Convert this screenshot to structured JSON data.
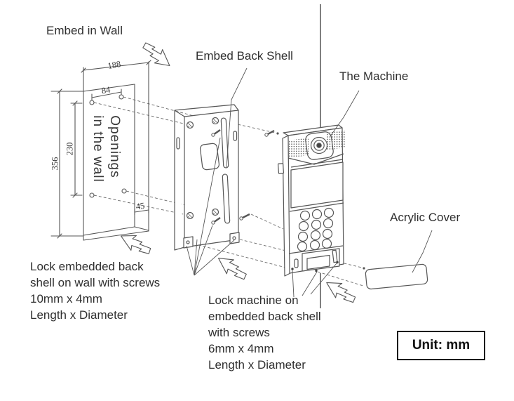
{
  "colors": {
    "line": "#565656",
    "dash": "#6a6a6a",
    "text": "#2f2f2f",
    "background": "#ffffff"
  },
  "labels": {
    "embed_in_wall": "Embed in Wall",
    "embed_back_shell": "Embed Back Shell",
    "the_machine": "The Machine",
    "acrylic_cover": "Acrylic Cover",
    "openings_line1": "Openings",
    "openings_line2": "in the wall",
    "unit": "Unit: mm"
  },
  "dimensions_mm": {
    "opening_width": "188",
    "top_hole_spacing": "84",
    "side_hole_spacing": "230",
    "opening_height": "356",
    "opening_depth": "45"
  },
  "notes": {
    "back_shell_screws_lines": [
      "Lock embedded back",
      "shell on wall with screws",
      "10mm x 4mm",
      "Length x Diameter"
    ],
    "machine_screws_lines": [
      "Lock machine on",
      "embedded back shell",
      "with screws",
      "6mm x 4mm",
      "Length x Diameter"
    ]
  }
}
